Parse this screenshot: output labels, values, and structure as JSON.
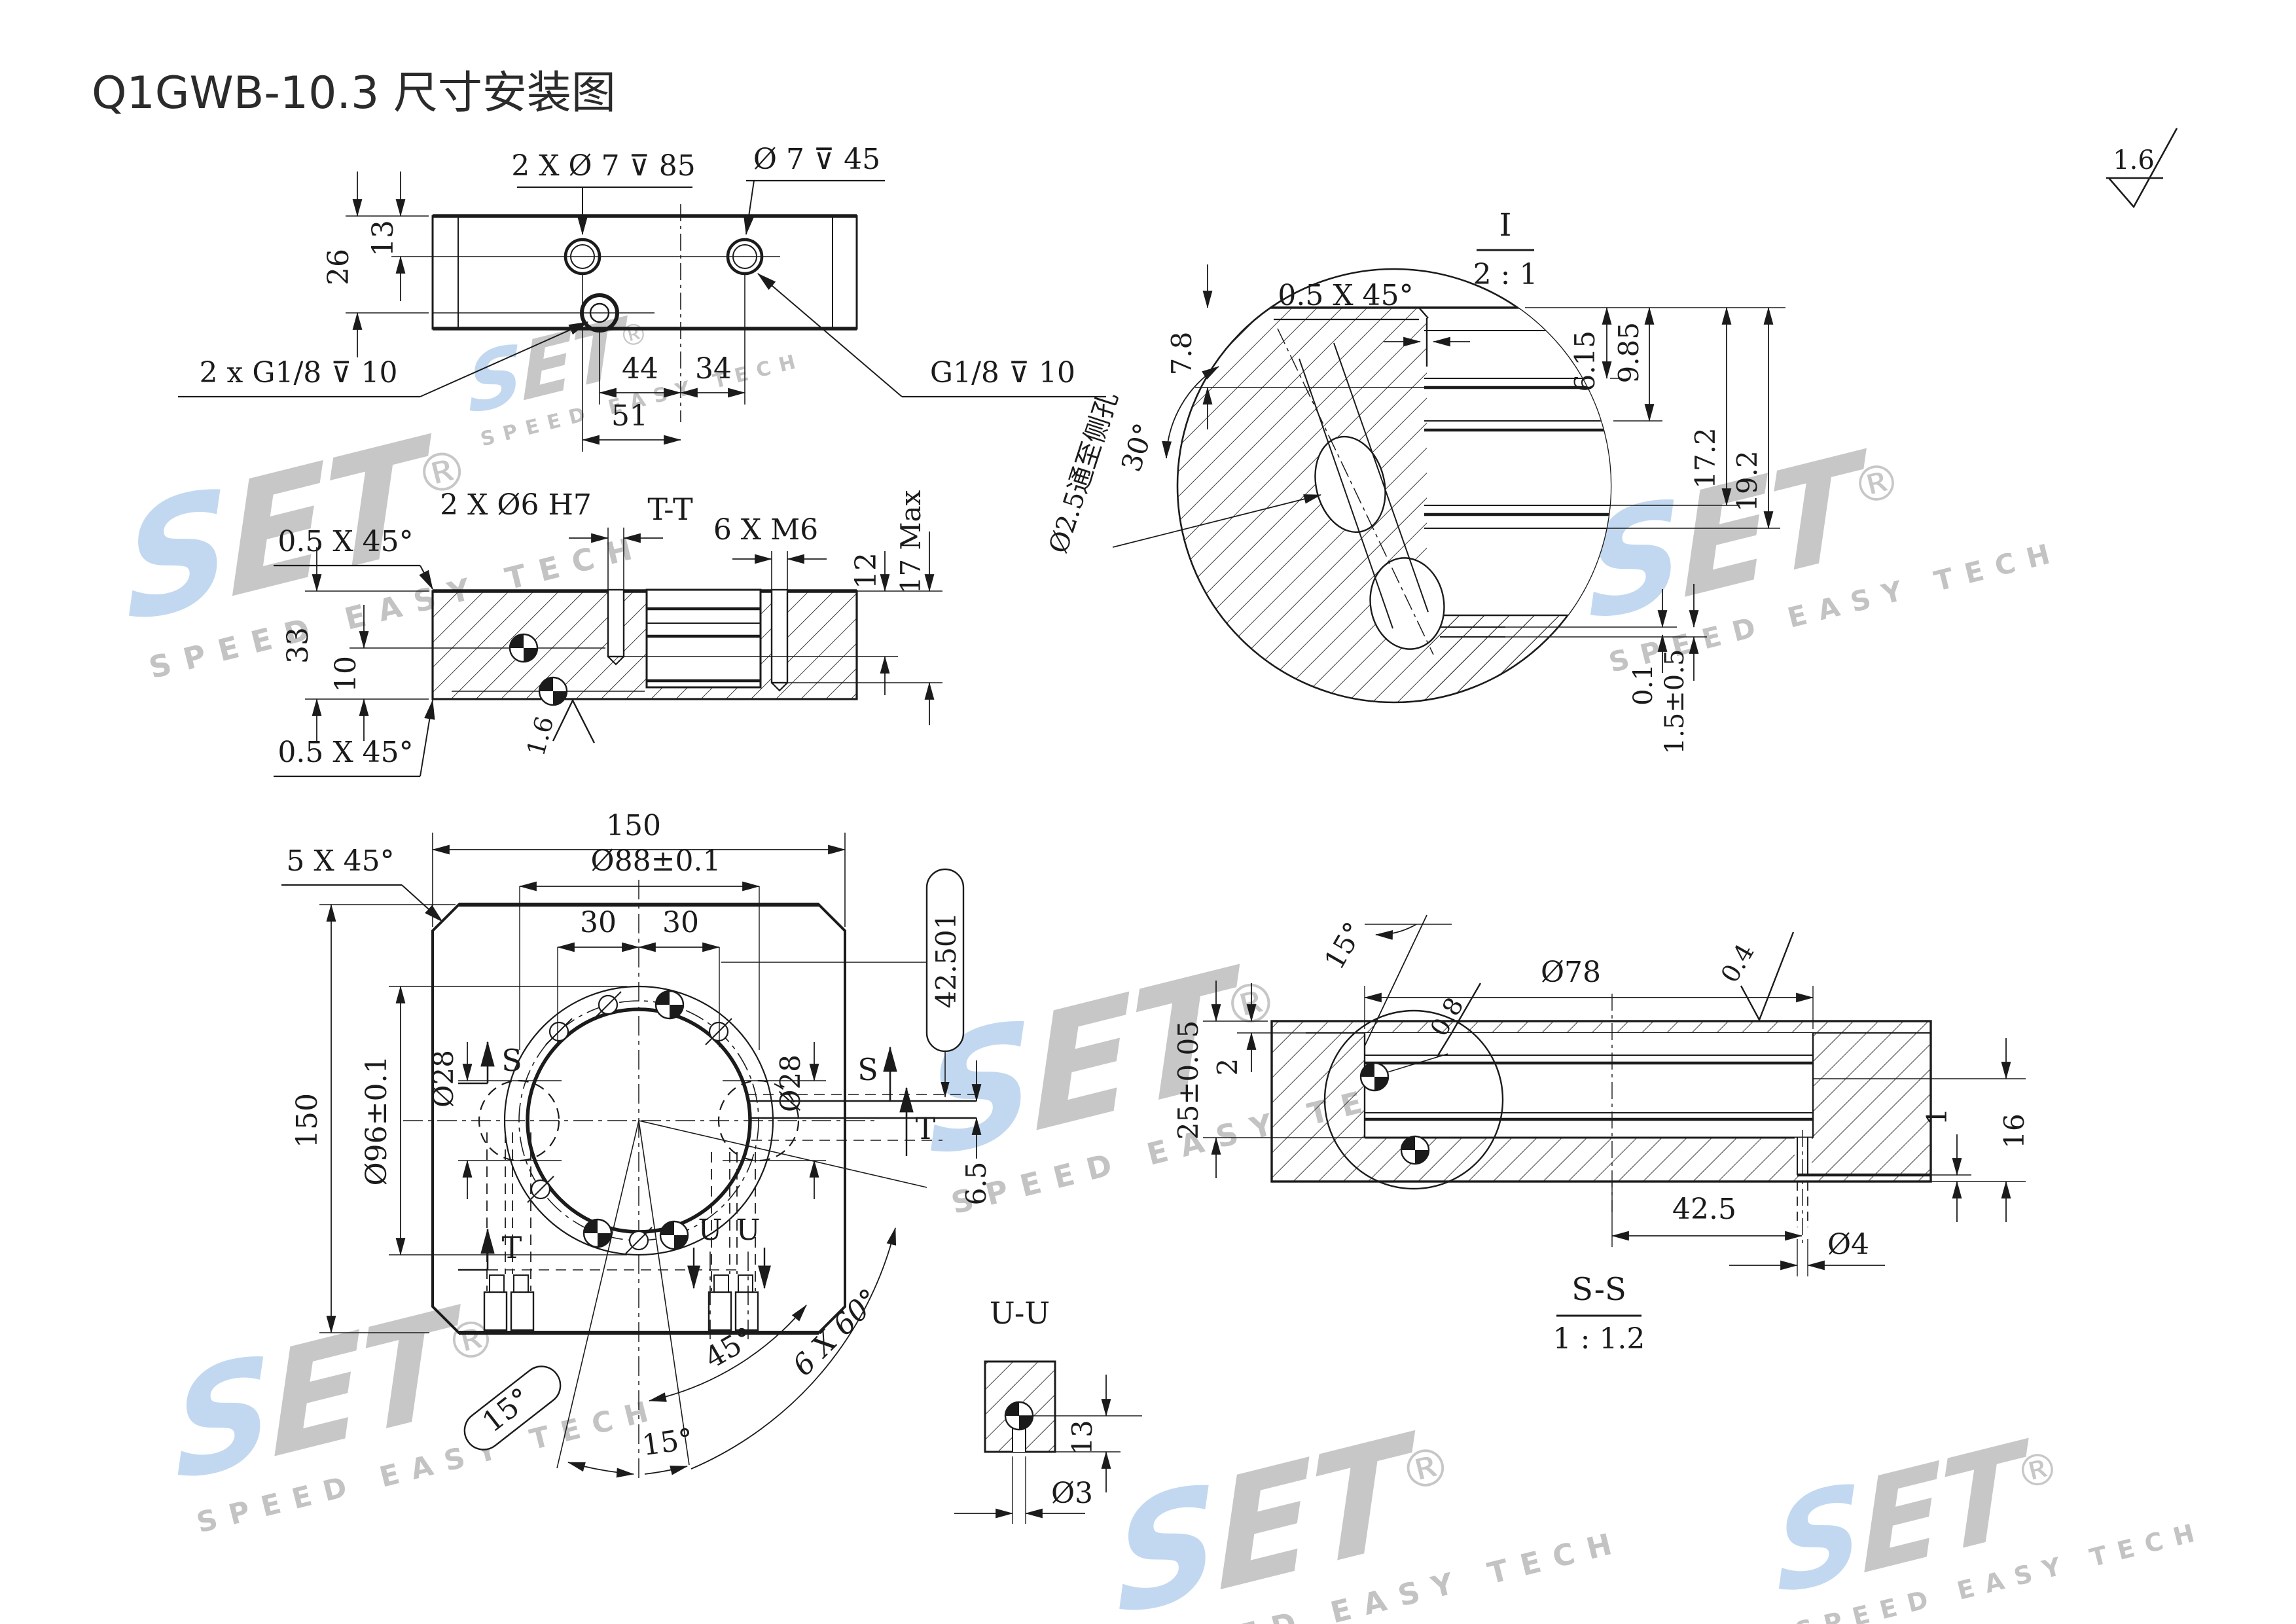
{
  "title": "Q1GWB-10.3 尺寸安装图",
  "corner_finish": "1.6",
  "watermark": {
    "s": "S",
    "et": "ET",
    "reg": "®",
    "tagline": "SPEED EASY TECH",
    "color_s": "#c2d8f0",
    "color_et": "#c7c7c7"
  },
  "view_top": {
    "callout_2x7": "2 X Ø 7 ⊽ 85",
    "callout_7": "Ø 7 ⊽ 45",
    "dim_26": "26",
    "dim_13": "13",
    "dim_44": "44",
    "dim_34": "34",
    "dim_51": "51",
    "callout_g18_left": "2 x G1/8 ⊽ 10",
    "callout_g18_right": "G1/8 ⊽ 10"
  },
  "view_tt": {
    "label": "T-T",
    "callout_pins": "2 X Ø6 H7",
    "callout_m6": "6 X M6",
    "chamfer_top": "0.5 X 45°",
    "chamfer_bottom": "0.5 X 45°",
    "dim_33": "33",
    "dim_10": "10",
    "dim_12": "12",
    "dim_17max": "17 Max",
    "finish": "1.6"
  },
  "detail_i": {
    "label": "I",
    "scale": "2 : 1",
    "chamfer": "0.5 X 45°",
    "dim_78": "7.8",
    "angle_30": "30°",
    "note_hole": "Ø2.5通至侧孔",
    "dim_615": "6.15",
    "dim_985": "9.85",
    "dim_172": "17.2",
    "dim_192": "19.2",
    "dim_01": "0.1",
    "dim_1505": "1.5±0.5"
  },
  "view_front": {
    "chamfer": "5 X 45°",
    "dim_150_top": "150",
    "dim_150_left": "150",
    "dia_88": "Ø88±0.1",
    "dia_96": "Ø96±0.1",
    "dim_30a": "30",
    "dim_30b": "30",
    "dia_28_left": "Ø28",
    "dia_28_right": "Ø28",
    "basic_42501": "42.501",
    "dim_65": "6.5",
    "angle_45": "45°",
    "angle_6x60": "6 X 60°",
    "angle_15_capsule": "15°",
    "angle_15_plain": "15°",
    "s_left": "S",
    "s_right": "S",
    "t_left": "T",
    "t_right": "T",
    "u_left": "U",
    "u_right": "U"
  },
  "view_ss": {
    "label": "S-S",
    "scale": "1 : 1.2",
    "angle_15": "15°",
    "dia_78": "Ø78",
    "finish_08": "0.8",
    "finish_04": "0.4",
    "dim_2": "2",
    "dim_25": "25±0.05",
    "dim_1": "1",
    "dim_16": "16",
    "dim_425": "42.5",
    "dia_4": "Ø4"
  },
  "view_uu": {
    "label": "U-U",
    "dim_13": "13",
    "dia_3": "Ø3"
  }
}
